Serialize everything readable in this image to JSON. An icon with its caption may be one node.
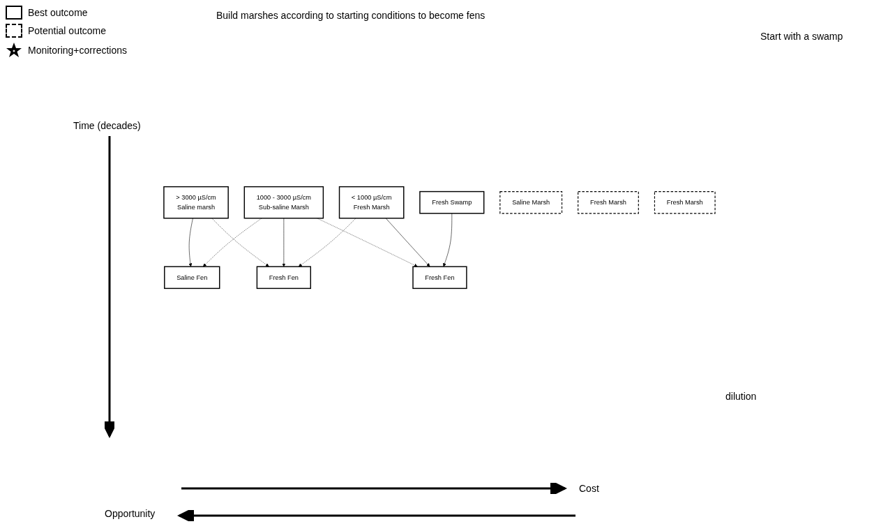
{
  "diagram": {
    "title": "Build marshes according to starting conditions to become fens",
    "nodes": [
      {
        "text": [
          "> 3000 µS/cm",
          "Saline marsh"
        ]
      },
      {
        "text": [
          "1000 - 3000 µS/cm",
          "Sub-saline Marsh"
        ]
      },
      {
        "text": [
          "< 1000 µS/cm",
          "Fresh Marsh"
        ]
      },
      {
        "text": [
          "Fresh Swamp"
        ]
      },
      {
        "text": [
          "Saline Marsh"
        ]
      },
      {
        "text": [
          "Saline Fen"
        ]
      },
      {
        "text": [
          "Fresh Marsh"
        ]
      },
      {
        "text": [
          "Fresh Fen"
        ]
      },
      {
        "text": [
          "Fresh Marsh"
        ]
      },
      {
        "text": [
          "Fresh Fen"
        ]
      }
    ],
    "edges": [
      {
        "from": 0,
        "to": 5,
        "arrow": "to"
      },
      {
        "from": 0,
        "to": 7,
        "arrow": "to",
        "style": "dashed"
      },
      {
        "from": 1,
        "to": 5,
        "arrow": "to",
        "style": "dashed"
      },
      {
        "from": 1,
        "to": 7,
        "arrow": "to"
      },
      {
        "from": 1,
        "to": 9,
        "arrow": "to",
        "style": "dashed"
      },
      {
        "from": 2,
        "to": 7,
        "arrow": "to",
        "style": "dashed"
      },
      {
        "from": 2,
        "to": 9,
        "arrow": "to"
      },
      {
        "from": 3,
        "to": 9,
        "arrow": "to"
      }
    ],
    "labels": [
      "Start with a swamp",
      "Time (decades)",
      "dilution",
      "Cost",
      "Opportunity"
    ],
    "legend": [
      {
        "text": "Best outcome"
      },
      {
        "text": "Potential outcome"
      },
      {
        "text": "Monitoring+corrections"
      }
    ]
  }
}
